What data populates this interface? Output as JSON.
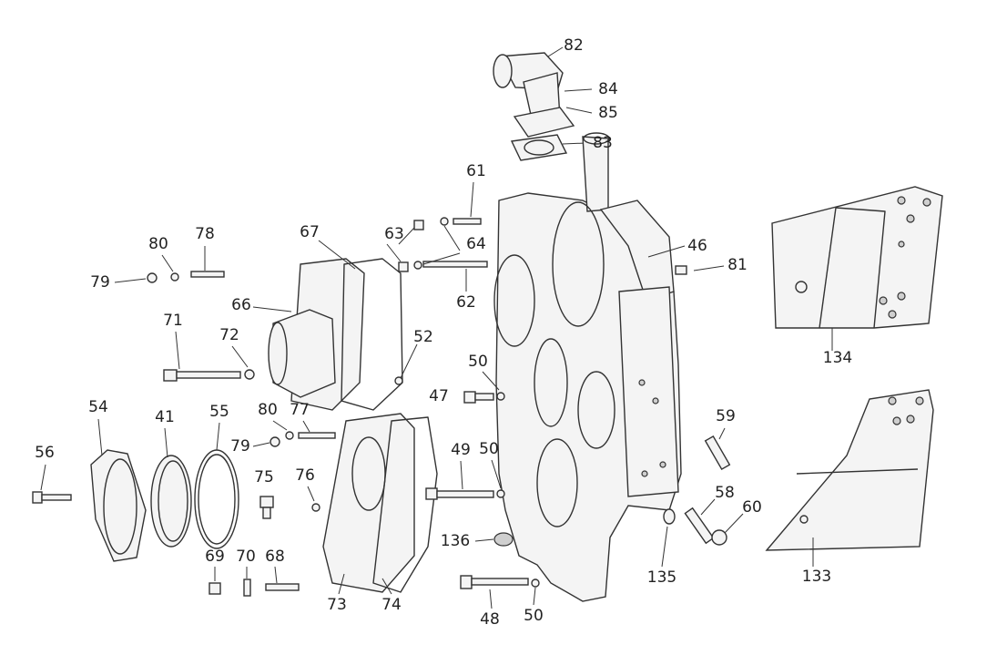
{
  "diagram": {
    "type": "exploded parts diagram",
    "labels": {
      "l82a": "82",
      "l84": "84",
      "l85": "85",
      "l83": "83",
      "l61": "61",
      "l63": "63",
      "l64": "64",
      "l67": "67",
      "l80a": "80",
      "l78": "78",
      "l79a": "79",
      "l62": "62",
      "l46": "46",
      "l81": "81",
      "l66": "66",
      "l71": "71",
      "l72": "72",
      "l52": "52",
      "l50a": "50",
      "l47": "47",
      "l134": "134",
      "l59": "59",
      "l80b": "80",
      "l77": "77",
      "l79b": "79",
      "l54": "54",
      "l41": "41",
      "l55": "55",
      "l56": "56",
      "l49": "49",
      "l50b": "50",
      "l76": "76",
      "l75": "75",
      "l58": "58",
      "l60": "60",
      "l136": "136",
      "l69": "69",
      "l70": "70",
      "l68": "68",
      "l73": "73",
      "l74": "74",
      "l48": "48",
      "l50c": "50",
      "l135": "135",
      "l133": "133"
    }
  }
}
